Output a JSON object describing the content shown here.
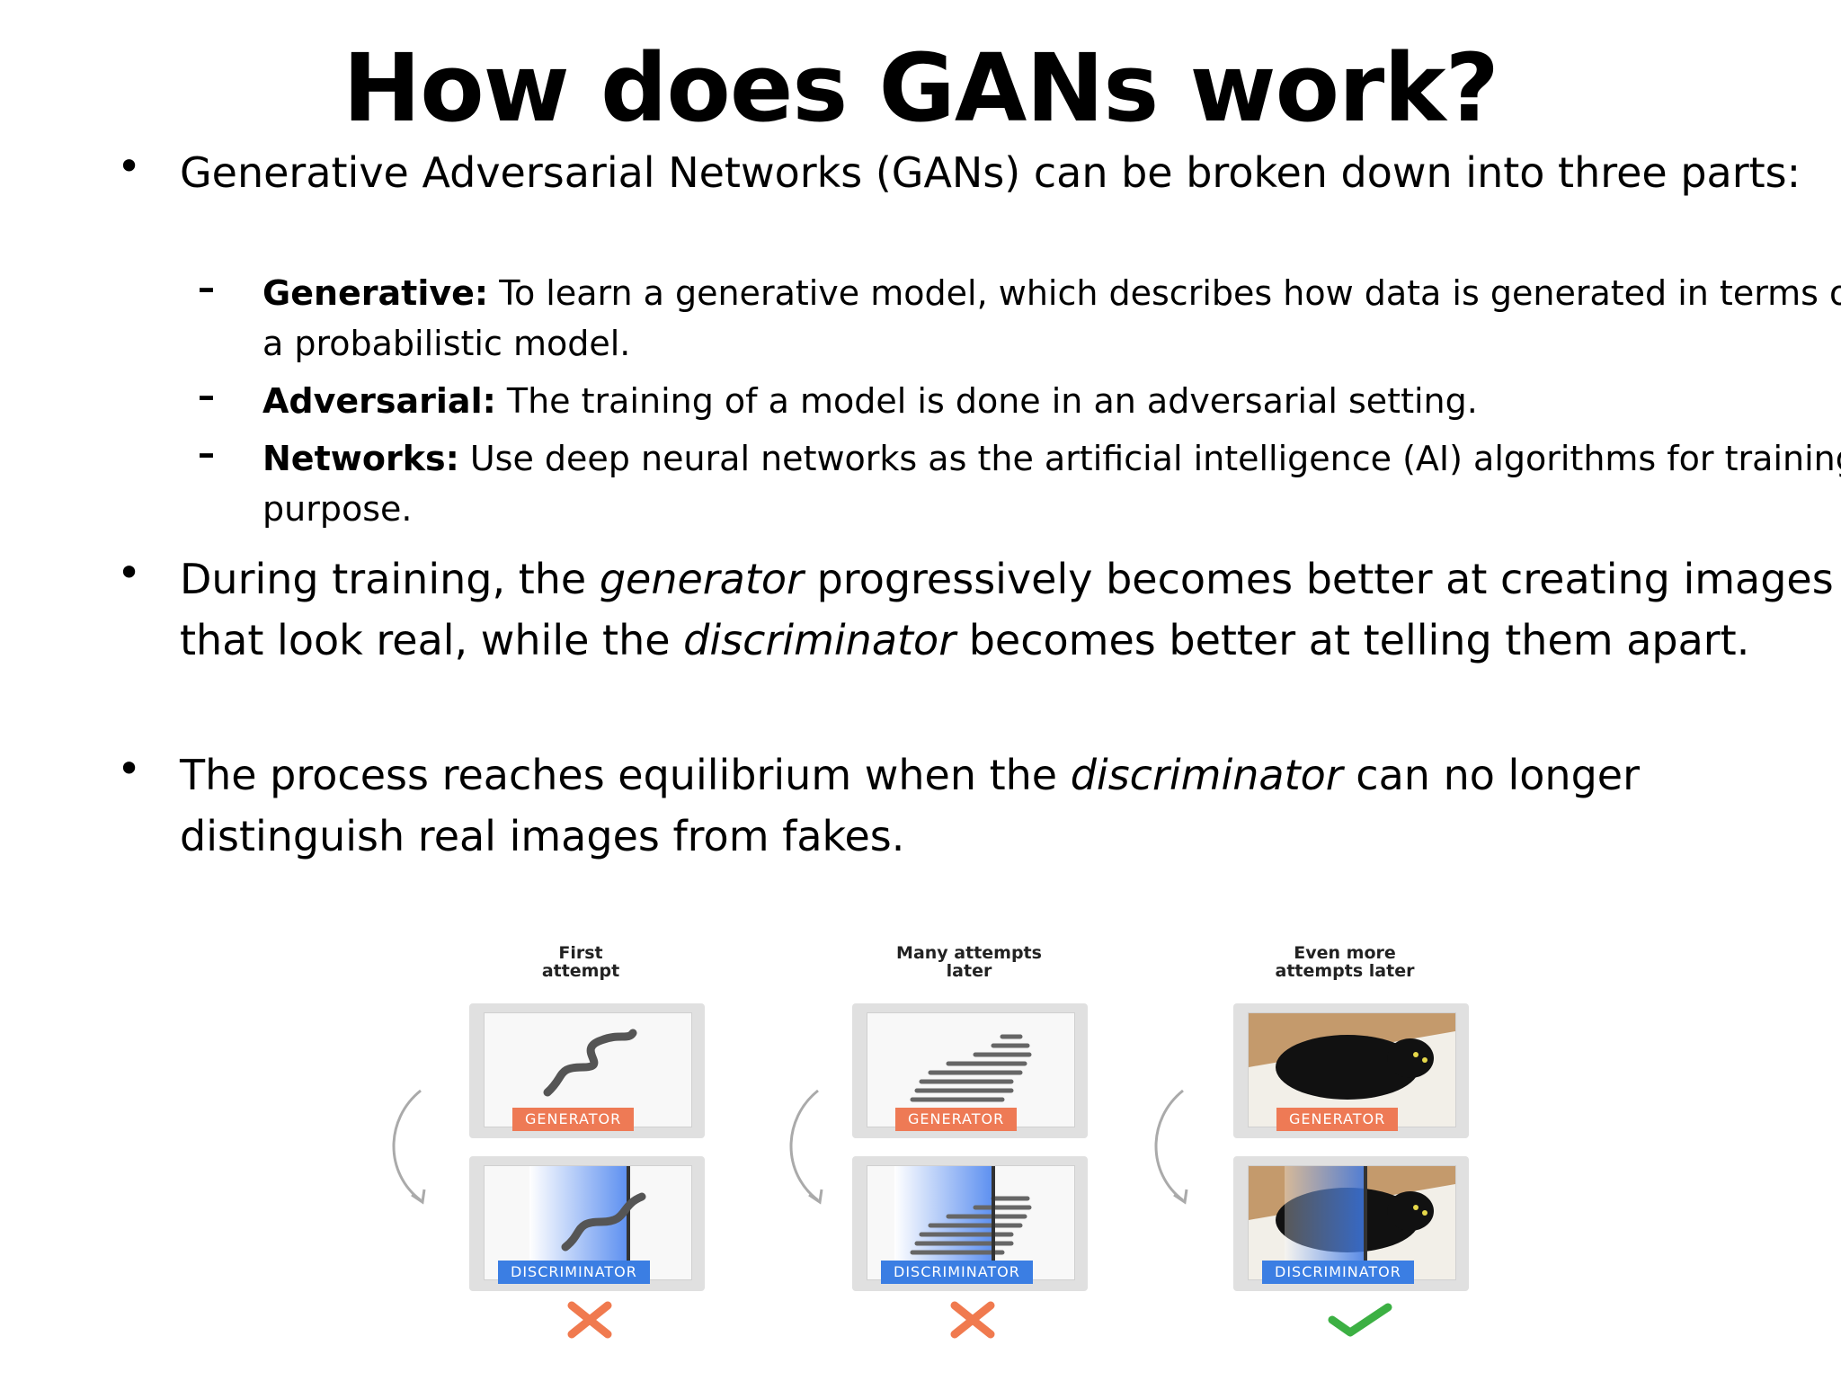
{
  "title": "How does GANs work?",
  "bullets": [
    {
      "text": "Generative Adversarial Networks (GANs) can be broken down into three parts:"
    },
    {
      "label": "Generative:",
      "text": " To learn a generative model, which describes how data is generated in terms of a probabilistic model."
    },
    {
      "label": "Adversarial:",
      "text": " The training of a model is done in an adversarial setting."
    },
    {
      "label": "Networks:",
      "text": " Use deep neural networks as the artificial intelligence (AI) algorithms for training purpose."
    },
    {
      "before": "During training, the ",
      "em1": "generator",
      "middle": " progressively becomes better at creating images that look real, while the ",
      "em2": "discriminator",
      "after": " becomes better at telling them apart."
    },
    {
      "before": "The process reaches equilibrium when the ",
      "em1": "discriminator",
      "after": " can no longer distinguish real images from fakes."
    }
  ],
  "bullet_marker": "•",
  "sub_marker": "–",
  "figure": {
    "stages": [
      {
        "caption_line1": "First",
        "caption_line2": "attempt",
        "generator_label": "GENERATOR",
        "discriminator_label": "DISCRIMINATOR",
        "result_icon": "cross-icon",
        "result_color": "#f07a4f"
      },
      {
        "caption_line1": "Many attempts",
        "caption_line2": "later",
        "generator_label": "GENERATOR",
        "discriminator_label": "DISCRIMINATOR",
        "result_icon": "cross-icon",
        "result_color": "#f07a4f"
      },
      {
        "caption_line1": "Even more",
        "caption_line2": "attempts later",
        "generator_label": "GENERATOR",
        "discriminator_label": "DISCRIMINATOR",
        "result_icon": "check-icon",
        "result_color": "#3cb043"
      }
    ]
  }
}
